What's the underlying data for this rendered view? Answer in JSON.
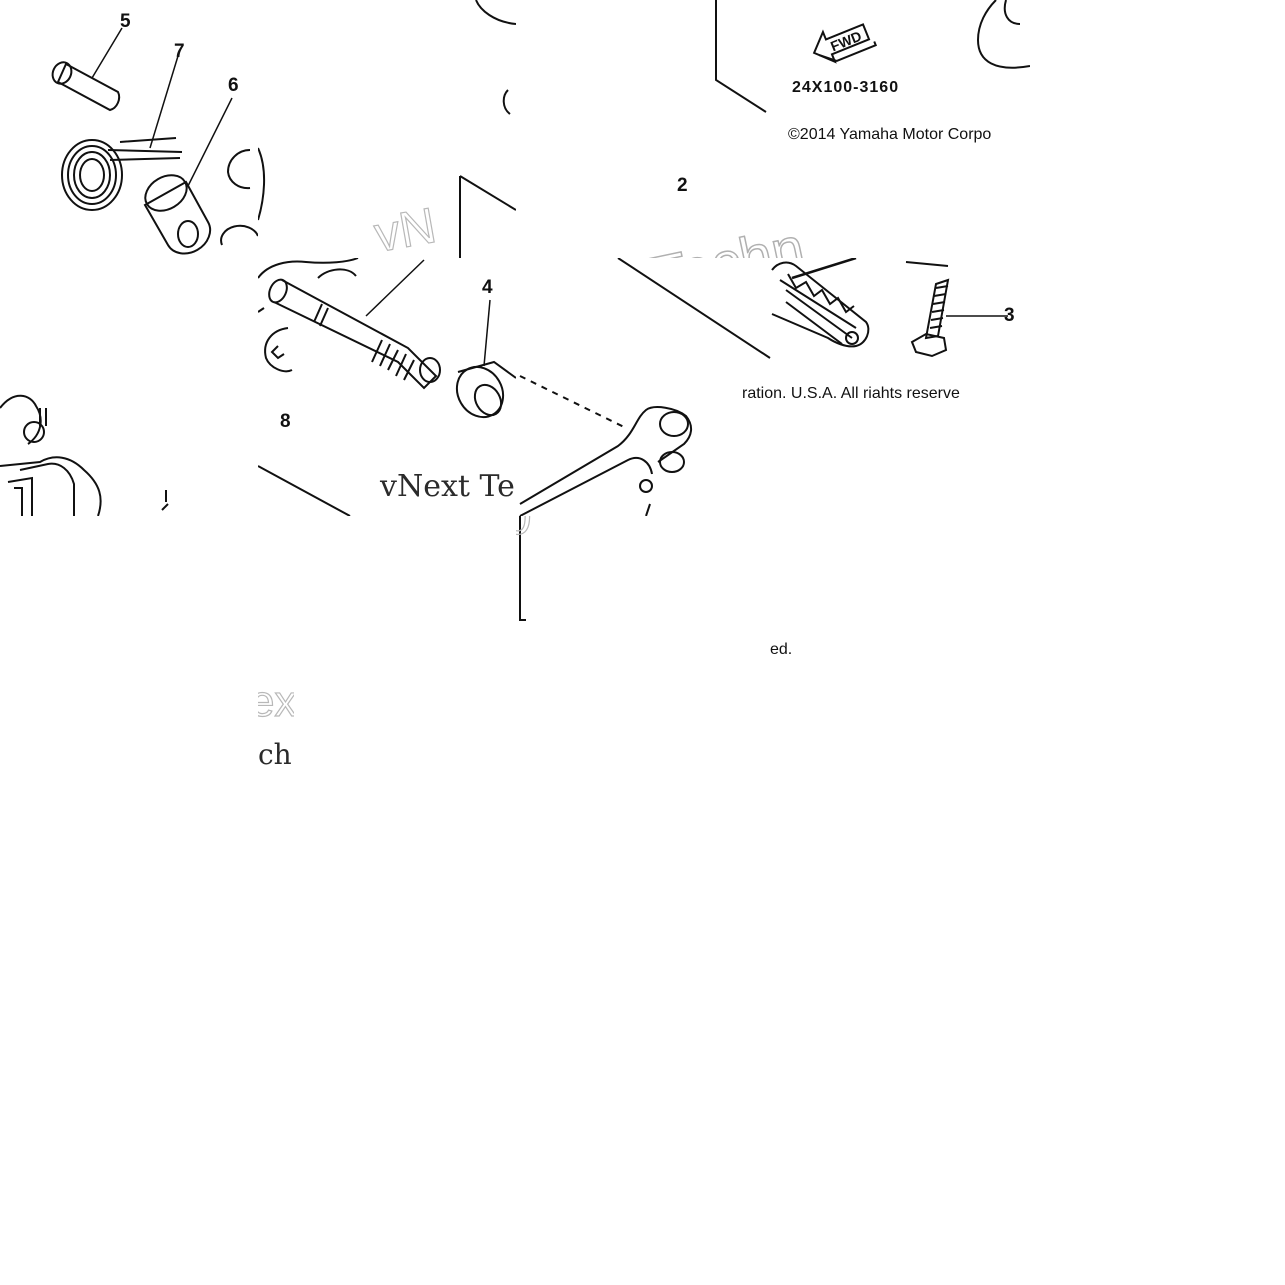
{
  "diagram": {
    "callouts": {
      "c1": "5",
      "c2": "7",
      "c3": "6",
      "c4": "2",
      "c5": "3",
      "c6": "4",
      "c7": "8"
    },
    "fwd_label": "FWD",
    "part_number": "24X100-3160",
    "copyright_top": "©2014 Yamaha Motor Corpo",
    "copyright_mid": "ration. U.S.A. All riahts reserve",
    "copyright_end": "ed.",
    "watermark": {
      "serif_text": "vNext Te",
      "outline_text": "Techn",
      "fragment_ex": "ex",
      "fragment_ch": "ch",
      "fragment_vn": "vN"
    }
  }
}
